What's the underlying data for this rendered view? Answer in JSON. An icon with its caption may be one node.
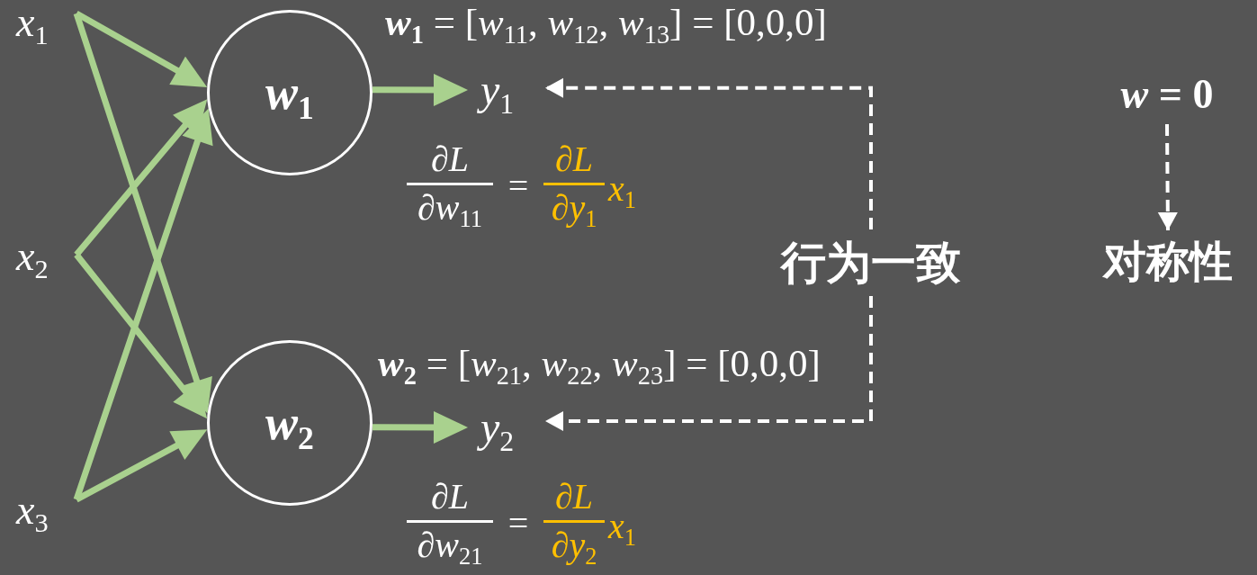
{
  "diagram": {
    "nodes": [
      {
        "text": [
          "*x*$_{1}$"
        ]
      },
      {
        "text": [
          "*x*$_{2}$"
        ]
      },
      {
        "text": [
          "*x*$_{3}$"
        ]
      },
      {
        "text": [
          "*w*$_{1}$"
        ],
        "beside": [
          "**w**$_{1}$ = [*w*$_{11}$, *w*$_{12}$, *w*$_{13}$] = [0,0,0]"
        ]
      },
      {
        "text": [
          "*w*$_{2}$"
        ],
        "beside": [
          "**w**$_{2}$ = [*w*$_{21}$, *w*$_{22}$, *w*$_{23}$] = [0,0,0]"
        ]
      },
      {
        "text": [
          "*y*$_{1}$"
        ]
      },
      {
        "text": [
          "*y*$_{2}$"
        ]
      },
      {
        "text": [
          "行为一致"
        ]
      },
      {
        "text": [
          "*w* = 0"
        ]
      },
      {
        "text": [
          "对称性"
        ]
      }
    ],
    "edges": [
      {
        "from": 0,
        "to": 3,
        "arrow": "to"
      },
      {
        "from": 0,
        "to": 4,
        "arrow": "to"
      },
      {
        "from": 1,
        "to": 3,
        "arrow": "to"
      },
      {
        "from": 1,
        "to": 4,
        "arrow": "to"
      },
      {
        "from": 2,
        "to": 3,
        "arrow": "to"
      },
      {
        "from": 2,
        "to": 4,
        "arrow": "to"
      },
      {
        "from": 3,
        "to": 5,
        "arrow": "to"
      },
      {
        "from": 4,
        "to": 6,
        "arrow": "to"
      },
      {
        "from": 7,
        "to": 5,
        "arrow": "to",
        "style": "dashed",
        "color": "#ffffff"
      },
      {
        "from": 7,
        "to": 6,
        "arrow": "to",
        "style": "dashed",
        "color": "#ffffff"
      },
      {
        "from": 8,
        "to": 9,
        "arrow": "to",
        "style": "dashed",
        "color": "#ffffff"
      }
    ],
    "labels": [
      "∂*L*",
      "∂*w*$_{11}$",
      "=",
      "∂*L*",
      "∂*y*$_{1}$",
      "*x*$_{1}$",
      "∂*L*",
      "∂*w*$_{21}$",
      "=",
      "∂*L*",
      "∂*y*$_{2}$",
      "*x*$_{1}$"
    ]
  }
}
